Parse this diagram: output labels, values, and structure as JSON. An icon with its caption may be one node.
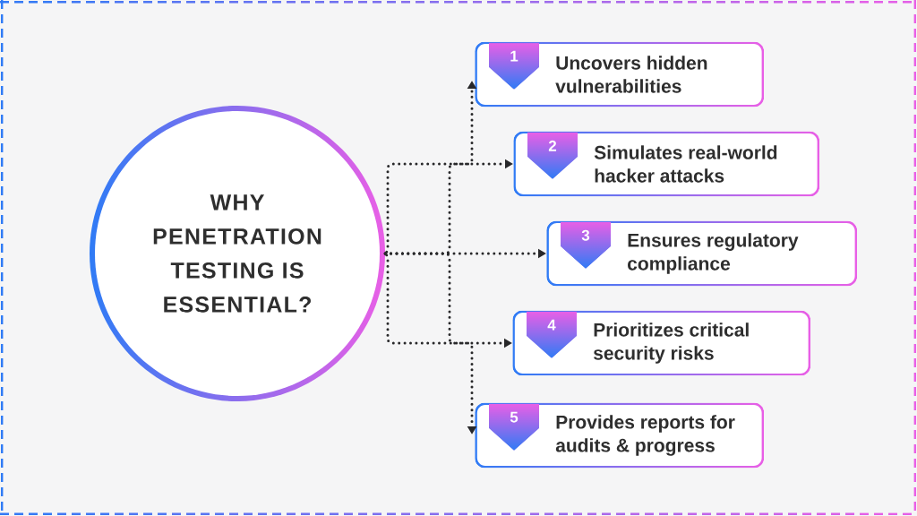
{
  "diagram": {
    "nodes": [
      {
        "text": [
          "WHY PENETRATION TESTING IS ESSENTIAL?"
        ]
      },
      {
        "text": [
          "Uncovers hidden vulnerabilities"
        ]
      },
      {
        "text": [
          "1"
        ],
        "in": 1
      },
      {
        "text": [
          "Simulates real-world hacker attacks"
        ]
      },
      {
        "text": [
          "2"
        ],
        "in": 3
      },
      {
        "text": [
          "Ensures regulatory compliance"
        ]
      },
      {
        "text": [
          "3"
        ],
        "in": 5
      },
      {
        "text": [
          "Prioritizes critical security risks"
        ]
      },
      {
        "text": [
          "4"
        ],
        "in": 7
      },
      {
        "text": [
          "Provides reports for audits & progress"
        ]
      },
      {
        "text": [
          "5"
        ],
        "in": 9
      }
    ],
    "edges": [
      {
        "from": 0,
        "to": 1,
        "arrow": "to"
      },
      {
        "from": 0,
        "to": 3,
        "arrow": "to"
      },
      {
        "from": 0,
        "to": 5,
        "arrow": "to"
      },
      {
        "from": 0,
        "to": 7,
        "arrow": "to"
      },
      {
        "from": 0,
        "to": 9,
        "arrow": "to"
      }
    ]
  }
}
